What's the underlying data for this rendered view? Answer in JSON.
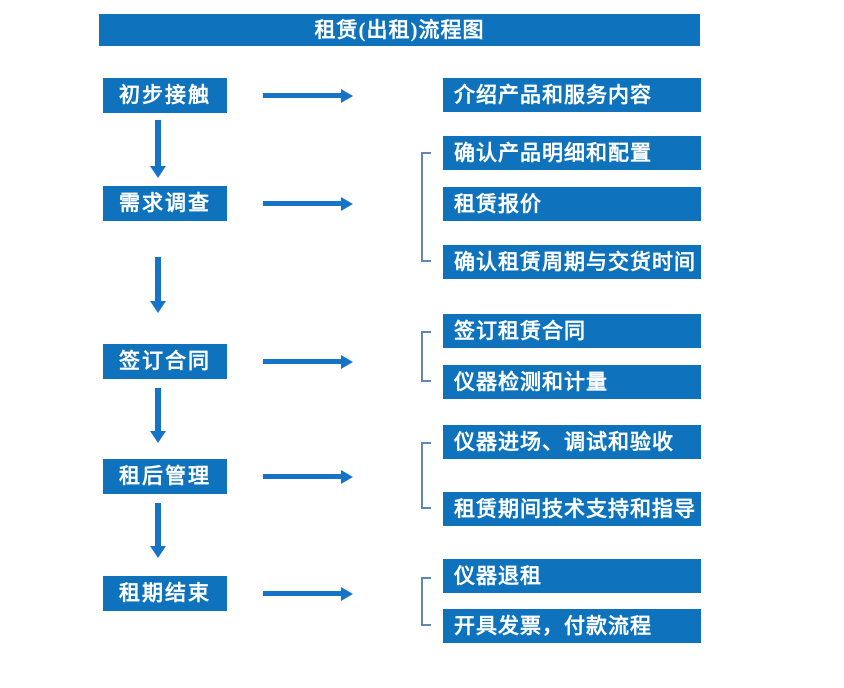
{
  "title": "租赁(出租)流程图",
  "colors": {
    "box": "#0E72BD",
    "arrow": "#1573C8",
    "bracket": "#5E86B9",
    "text": "#FFFFFF",
    "background": "#FFFFFF"
  },
  "rows": [
    {
      "step": "初步接触",
      "outputs": [
        "介绍产品和服务内容"
      ]
    },
    {
      "step": "需求调查",
      "outputs": [
        "确认产品明细和配置",
        "租赁报价",
        "确认租赁周期与交货时间"
      ]
    },
    {
      "step": "签订合同",
      "outputs": [
        "签订租赁合同",
        "仪器检测和计量"
      ]
    },
    {
      "step": "租后管理",
      "outputs": [
        "仪器进场、调试和验收",
        "租赁期间技术支持和指导"
      ]
    },
    {
      "step": "租期结束",
      "outputs": [
        "仪器退租",
        "开具发票，付款流程"
      ]
    }
  ]
}
